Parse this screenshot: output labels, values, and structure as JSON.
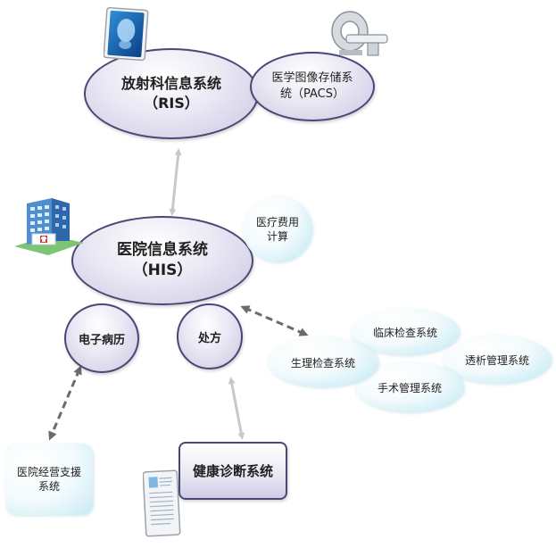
{
  "nodes": {
    "ris": {
      "line1": "放射科信息系统",
      "line2": "（RIS）"
    },
    "pacs": {
      "line1": "医学图像存储系",
      "line2": "统（PACS）"
    },
    "his": {
      "line1": "医院信息系统",
      "line2": "（HIS）"
    },
    "billing": {
      "line1": "医疗费用",
      "line2": "计算"
    },
    "emr": {
      "label": "电子病历"
    },
    "prescription": {
      "label": "处方"
    },
    "physio": {
      "label": "生理检查系统"
    },
    "clinical": {
      "label": "临床检查系统"
    },
    "dialysis": {
      "label": "透析管理系统"
    },
    "surgery": {
      "label": "手术管理系统"
    },
    "management": {
      "line1": "医院经营支援",
      "line2": "系统"
    },
    "health": {
      "label": "健康诊断系统"
    }
  },
  "icons": [
    "head-scan-icon",
    "ct-scanner-icon",
    "hospital-building-icon",
    "medical-record-icon"
  ],
  "colors": {
    "main_border": "#4c4676",
    "main_fill": "#e9e8f4",
    "blue_fill": "#cfeef6",
    "arrow_light": "#c8c8c8",
    "arrow_dashed": "#6b6b6b"
  }
}
